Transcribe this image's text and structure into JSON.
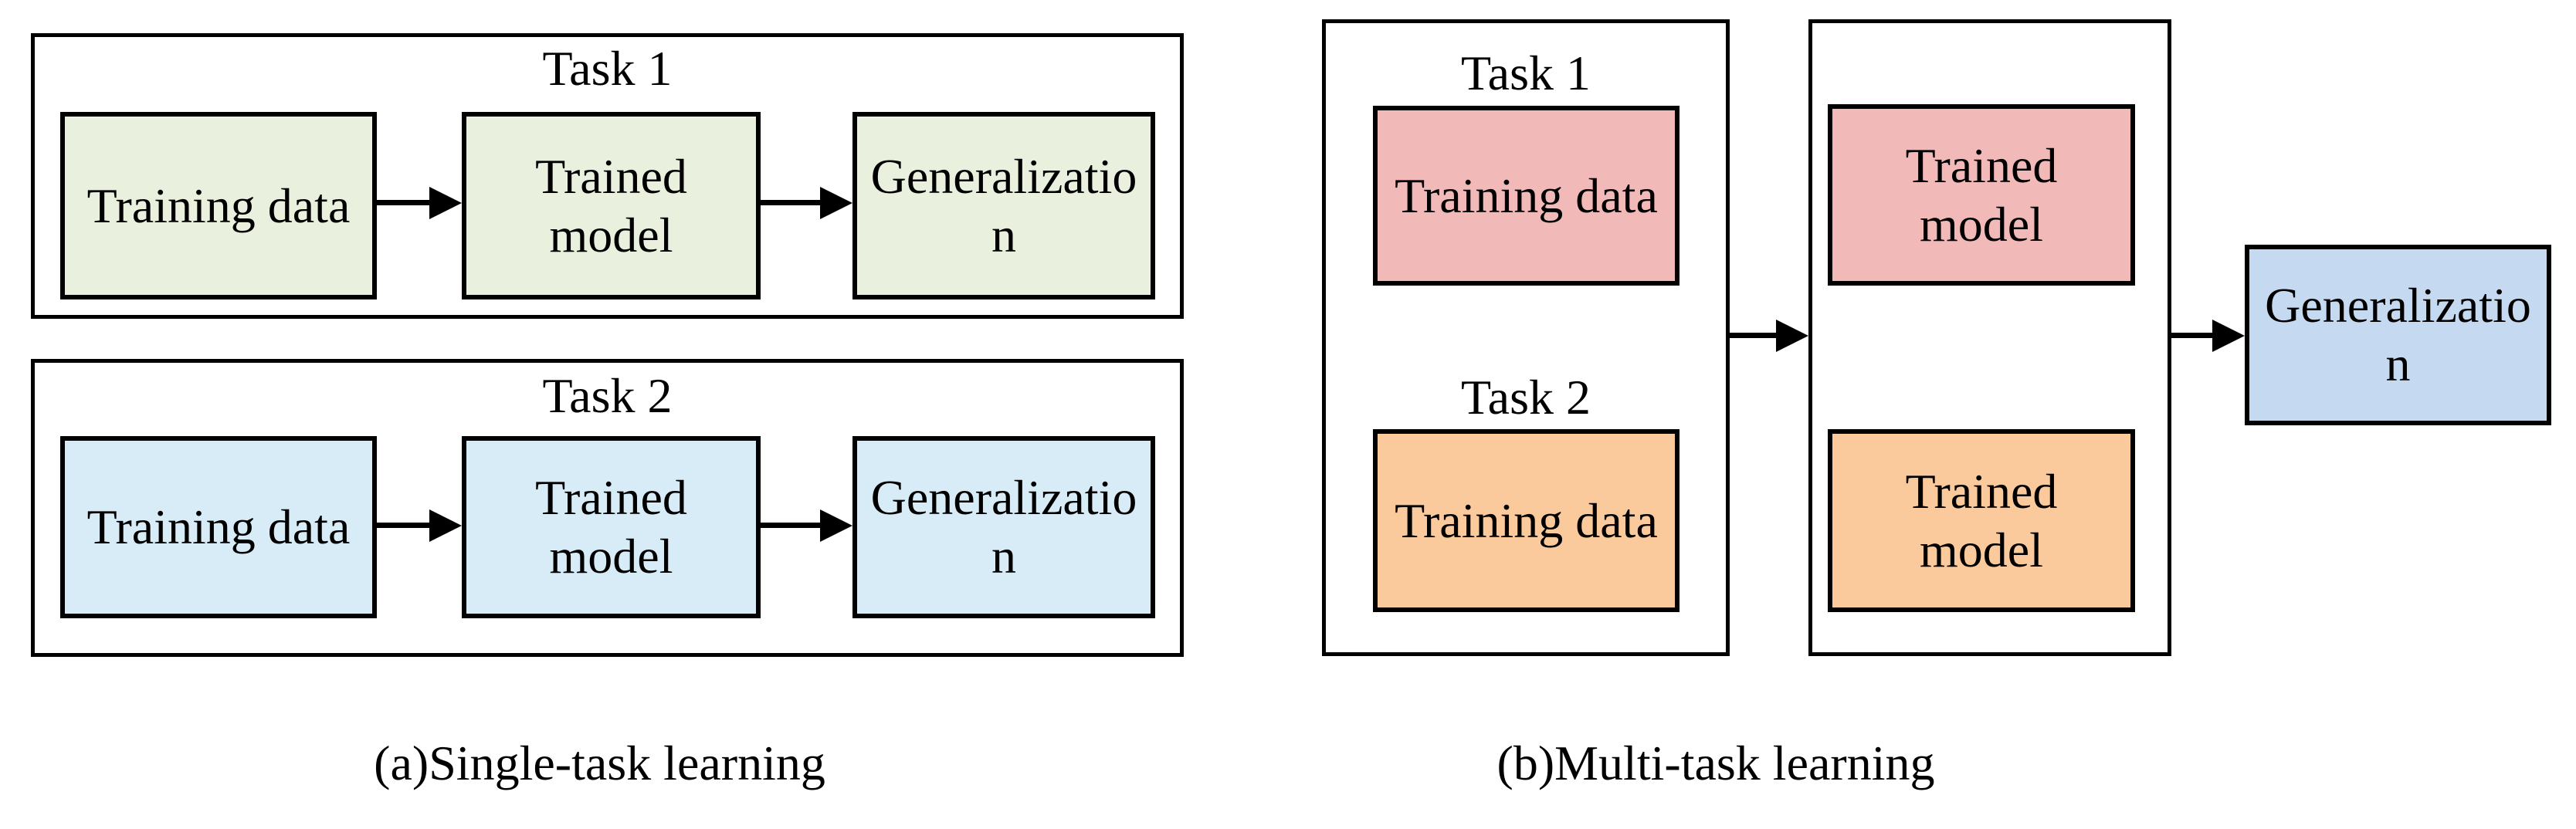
{
  "figure": {
    "panel_single": {
      "caption": "(a)Single-task learning",
      "task1": {
        "title": "Task 1",
        "training_data": "Training data",
        "trained_model": "Trained\nmodel",
        "generalization": "Generalizatio\nn"
      },
      "task2": {
        "title": "Task 2",
        "training_data": "Training data",
        "trained_model": "Trained\nmodel",
        "generalization": "Generalizatio\nn"
      }
    },
    "panel_multi": {
      "caption": "(b)Multi-task learning",
      "task1_label": "Task 1",
      "task2_label": "Task 2",
      "task1_training_data": "Training data",
      "task2_training_data": "Training data",
      "task1_trained_model": "Trained\nmodel",
      "task2_trained_model": "Trained\nmodel",
      "generalization": "Generalizatio\nn"
    }
  },
  "colors": {
    "single_task1_fill": "#E9F0DD",
    "single_task2_fill": "#D7ECF6",
    "multi_task1_fill": "#F2B9B9",
    "multi_task2_fill": "#FBCA9C",
    "multi_generalization_fill": "#C5DAF1",
    "frame_fill": "#FFFFFF",
    "border": "#000000",
    "text": "#000000",
    "background": "#FFFFFF"
  }
}
